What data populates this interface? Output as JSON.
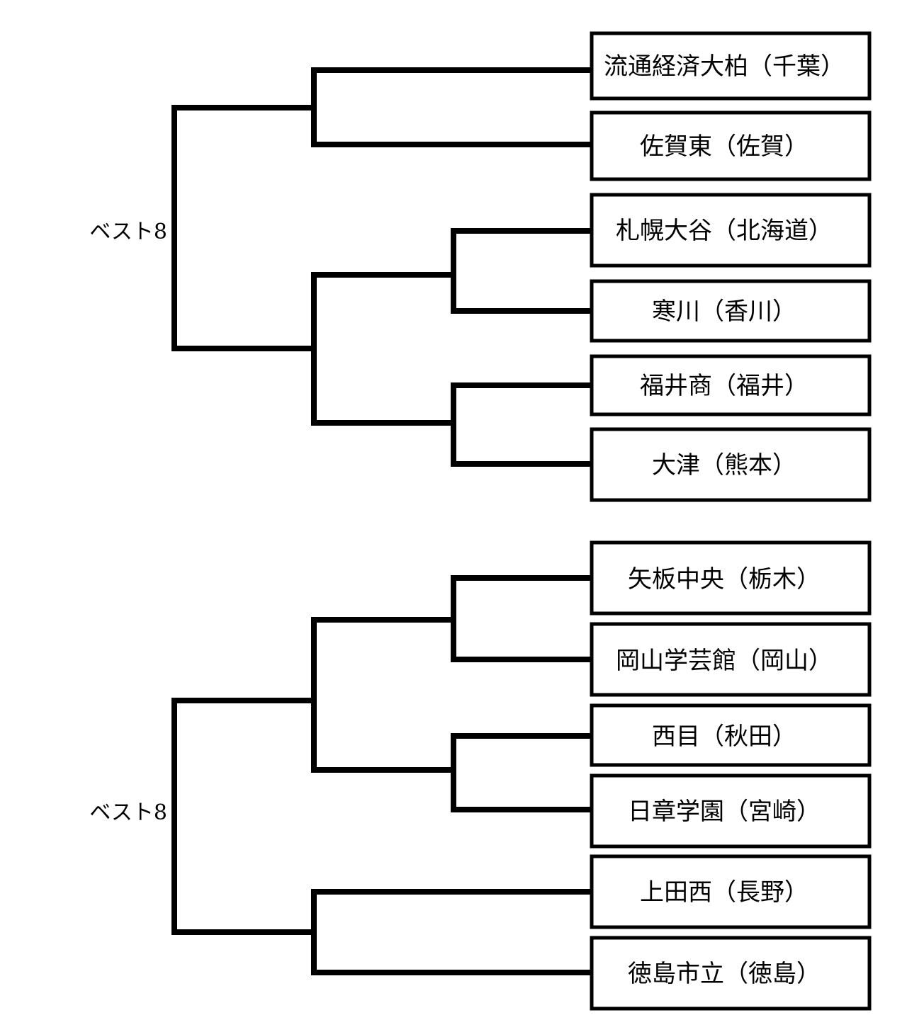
{
  "brackets": [
    {
      "round_label": "ベスト8",
      "teams": [
        "流通経済大柏（千葉）",
        "佐賀東（佐賀）",
        "札幌大谷（北海道）",
        "寒川（香川）",
        "福井商（福井）",
        "大津（熊本）"
      ]
    },
    {
      "round_label": "ベスト8",
      "teams": [
        "矢板中央（栃木）",
        "岡山学芸館（岡山）",
        "西目（秋田）",
        "日章学園（宮崎）",
        "上田西（長野）",
        "徳島市立（徳島）"
      ]
    }
  ]
}
